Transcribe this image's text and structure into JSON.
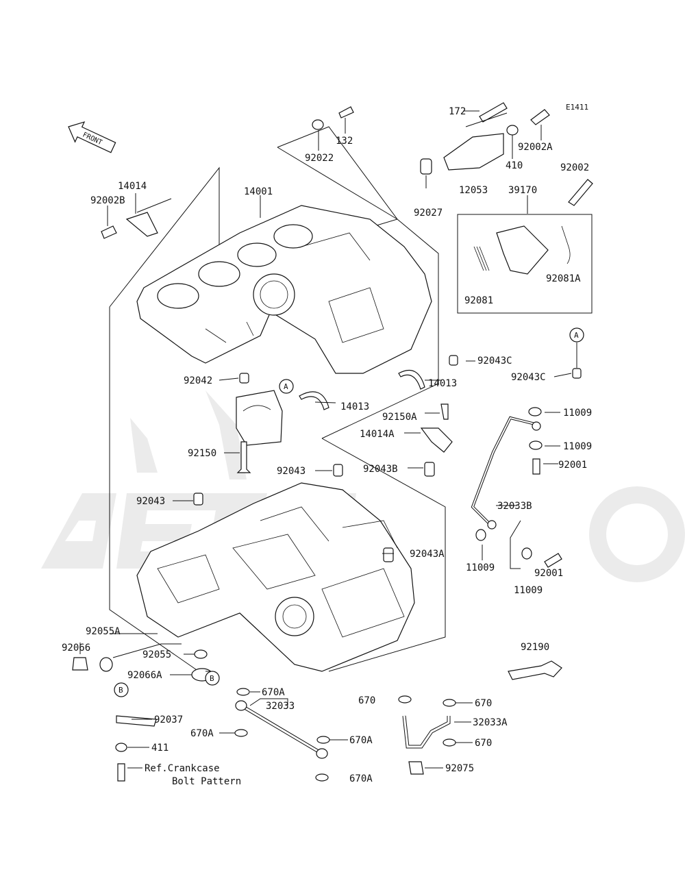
{
  "diagram_id": "E1411",
  "front_arrow": "FRONT",
  "ref_note": [
    "Ref.Crankcase",
    "Bolt Pattern"
  ],
  "labels": {
    "p172": "172",
    "p132": "132",
    "p92022": "92022",
    "p92002A": "92002A",
    "p410": "410",
    "p92002": "92002",
    "p12053": "12053",
    "p39170": "39170",
    "p92027": "92027",
    "p92081": "92081",
    "p92081A": "92081A",
    "p14014": "14014",
    "p92002B": "92002B",
    "p14001": "14001",
    "p92043C_1": "92043C",
    "p92043C_2": "92043C",
    "p92042": "92042",
    "p14013_1": "14013",
    "p14013_2": "14013",
    "p92150A": "92150A",
    "p14014A": "14014A",
    "p11009_1": "11009",
    "p11009_2": "11009",
    "p11009_3": "11009",
    "p11009_4": "11009",
    "p92001_1": "92001",
    "p92001_2": "92001",
    "p92150": "92150",
    "p92043_1": "92043",
    "p92043_2": "92043",
    "p92043B": "92043B",
    "p32033B": "32033B",
    "p92043A": "92043A",
    "p92055A": "92055A",
    "p92066": "92066",
    "p92055": "92055",
    "p92066A": "92066A",
    "p92190": "92190",
    "p670A_1": "670A",
    "p32033": "32033",
    "p670_1": "670",
    "p670_2": "670",
    "p92037": "92037",
    "p32033A": "32033A",
    "p670A_2": "670A",
    "p670A_3": "670A",
    "p670_3": "670",
    "p411": "411",
    "p92075": "92075",
    "p670A_4": "670A"
  },
  "callouts": {
    "a": "A",
    "b": "B"
  }
}
